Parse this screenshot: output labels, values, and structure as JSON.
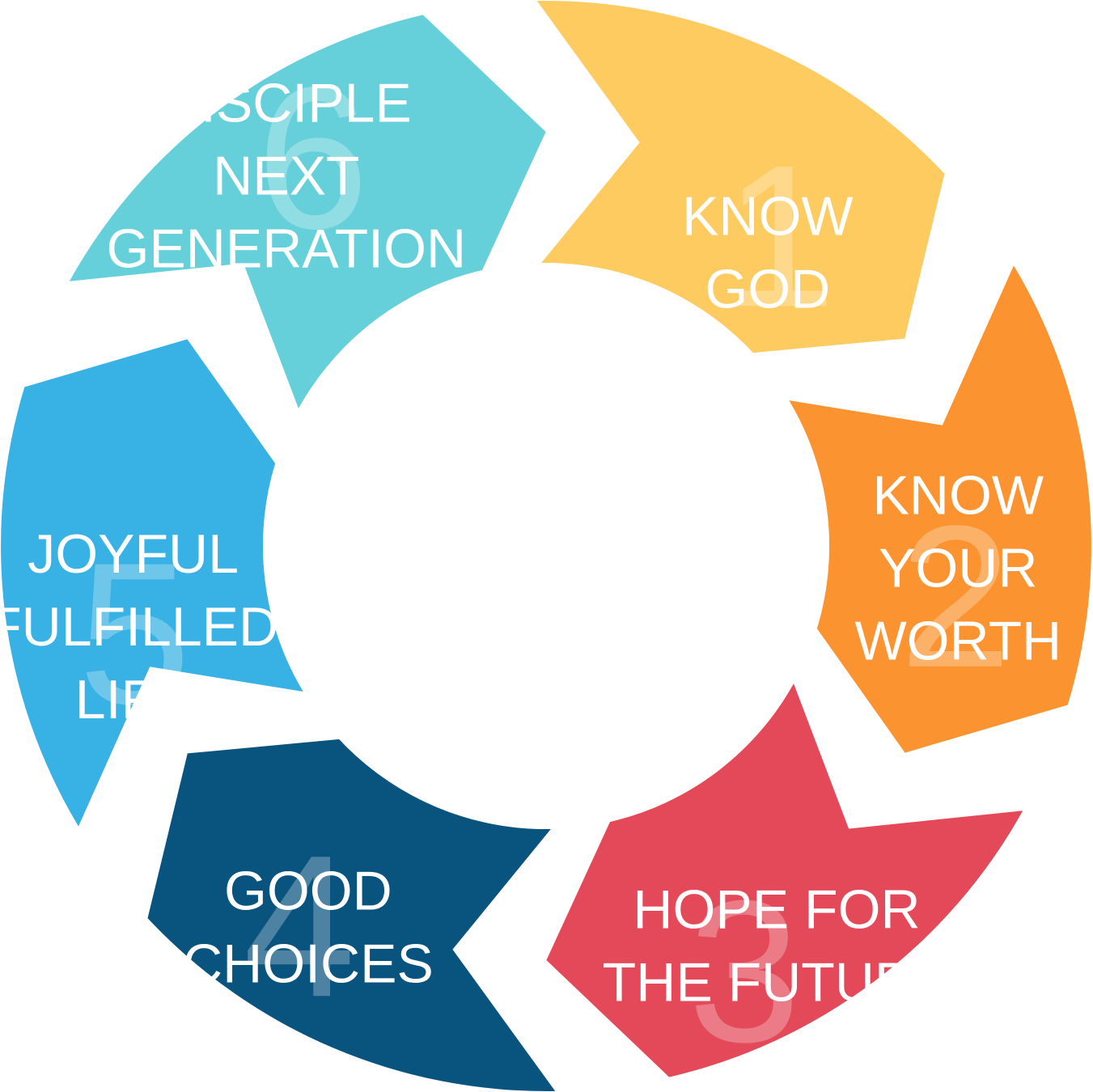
{
  "segments": [
    {
      "number": "1",
      "lines": [
        "KNOW",
        "GOD"
      ],
      "color": "#FECB60"
    },
    {
      "number": "2",
      "lines": [
        "KNOW",
        "YOUR",
        "WORTH"
      ],
      "color": "#FB9330"
    },
    {
      "number": "3",
      "lines": [
        "HOPE FOR",
        "THE FUTURE"
      ],
      "color": "#E34958"
    },
    {
      "number": "4",
      "lines": [
        "GOOD",
        "CHOICES"
      ],
      "color": "#09537F"
    },
    {
      "number": "5",
      "lines": [
        "JOYFUL",
        "FULFILLED",
        "LIFE"
      ],
      "color": "#38B1E4"
    },
    {
      "number": "6",
      "lines": [
        "DISCIPLE",
        "NEXT",
        "GENERATION"
      ],
      "color": "#66D0DA"
    }
  ]
}
